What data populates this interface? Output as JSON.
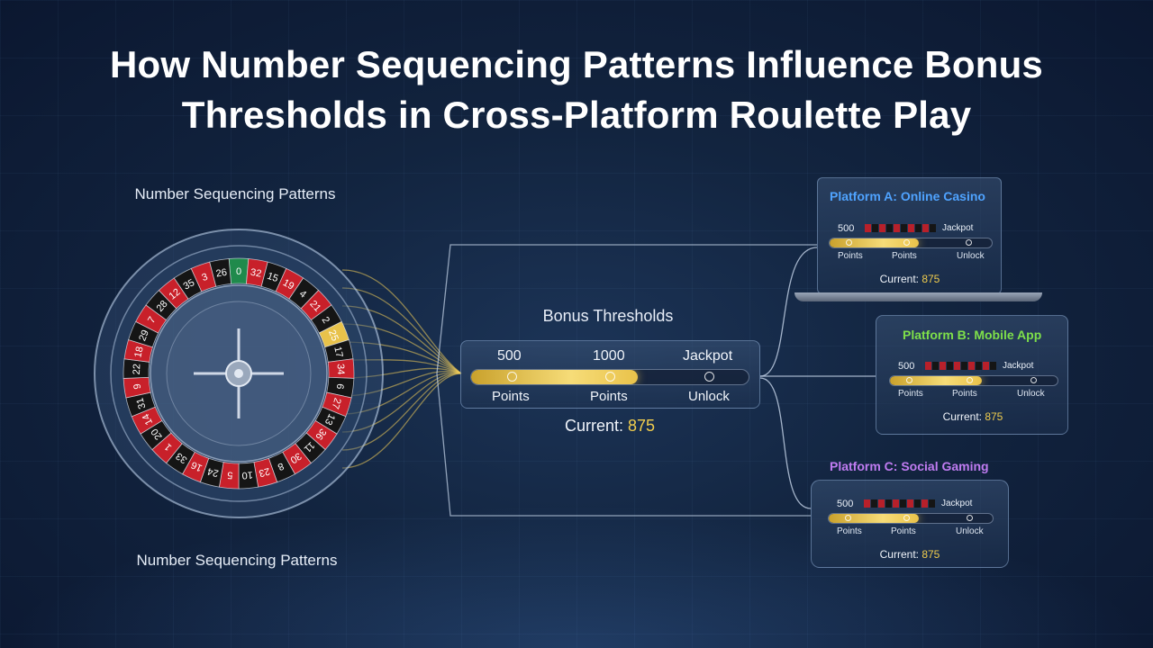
{
  "title": {
    "line1": "How Number Sequencing Patterns Influence Bonus",
    "line2": "Thresholds in Cross-Platform Roulette Play"
  },
  "wheel": {
    "label_top": "Number Sequencing Patterns",
    "label_bottom": "Number Sequencing Patterns",
    "numbers": [
      "0",
      "32",
      "15",
      "19",
      "4",
      "21",
      "2",
      "25",
      "17",
      "34",
      "6",
      "27",
      "13",
      "36",
      "11",
      "30",
      "8",
      "23",
      "10",
      "5",
      "24",
      "16",
      "33",
      "1",
      "20",
      "14",
      "31",
      "9",
      "22",
      "18",
      "29",
      "7",
      "28",
      "12",
      "35",
      "3",
      "26"
    ],
    "colors": {
      "red": "#c8202a",
      "black": "#151515",
      "green": "#1f8a4c",
      "highlight": "#e8c24a"
    }
  },
  "main": {
    "title": "Bonus Thresholds",
    "labels": [
      "500",
      "1000",
      "Jackpot"
    ],
    "sublabels": [
      "Points",
      "Points",
      "Unlock"
    ],
    "progress": 0.6,
    "current_label": "Current:",
    "current_value": "875"
  },
  "platforms": [
    {
      "name": "Platform A: Online Casino",
      "color": "#4fa3ff",
      "left": "500",
      "right": "Jackpot",
      "sublabels": [
        "Points",
        "Points",
        "Unlock"
      ],
      "progress": 0.55,
      "current_label": "Current:",
      "current_value": "875"
    },
    {
      "name": "Platform B: Mobile App",
      "color": "#7ee04a",
      "left": "500",
      "right": "Jackpot",
      "sublabels": [
        "Points",
        "Points",
        "Unlock"
      ],
      "progress": 0.55,
      "current_label": "Current:",
      "current_value": "875"
    },
    {
      "name": "Platform C: Social Gaming",
      "color": "#c07cf2",
      "left": "500",
      "right": "Jackpot",
      "sublabels": [
        "Points",
        "Points",
        "Unlock"
      ],
      "progress": 0.55,
      "current_label": "Current:",
      "current_value": "875"
    }
  ]
}
